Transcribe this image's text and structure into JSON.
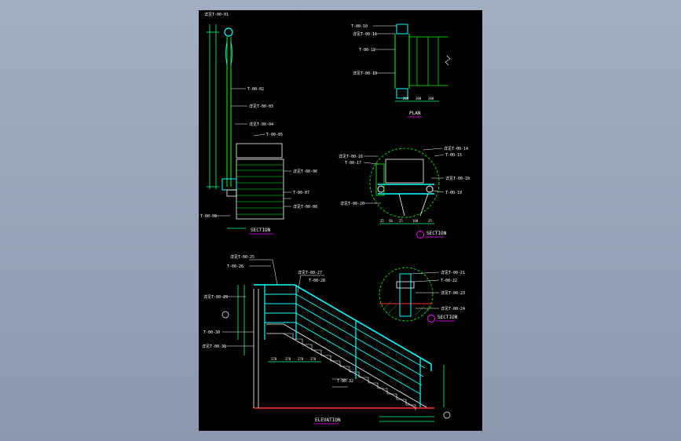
{
  "colors": {
    "background_top": "#a3aec0",
    "background_bottom": "#8d98ad",
    "sheet": "#000000",
    "rail": "#00ffff",
    "line": "#00ff00",
    "frame": "#ffffff",
    "dimension": "#00ff7f",
    "title": "#ff00ff",
    "hatch": "#ff3030",
    "note": "#ffffff"
  },
  "titles": {
    "section_a": "SECTION",
    "plan": "PLAN",
    "section_b": "SECTION",
    "section_c": "SECTION",
    "elevation": "ELEVATION"
  },
  "labels": {
    "section_a_callouts": [
      "详见T-00-01",
      "T-00-02",
      "详见T-00-03",
      "详见T-00-04",
      "T-00-05",
      "详见T-00-06",
      "T-00-07",
      "详见T-00-08",
      "T-00-09"
    ],
    "plan_callouts": [
      "T-00-10",
      "详见T-00-11",
      "T-00-12",
      "详见T-00-13"
    ],
    "section_b_callouts": [
      "详见T-00-14",
      "T-00-15",
      "详见T-00-16",
      "T-00-17",
      "详见T-00-18",
      "T-00-19",
      "详见T-00-20"
    ],
    "section_c_callouts": [
      "详见T-00-21",
      "T-00-22",
      "详见T-00-23",
      "详见T-00-24"
    ],
    "elevation_callouts": [
      "详见T-00-25",
      "T-00-26",
      "详见T-00-27",
      "T-00-28",
      "详见T-00-29",
      "T-00-30",
      "详见T-00-31",
      "T-00-32"
    ],
    "dims_plan": [
      "200",
      "200",
      "200"
    ],
    "dims_section_b": [
      "25",
      "50",
      "25",
      "100",
      "25"
    ],
    "dims_elevation": [
      "270",
      "270",
      "270",
      "270"
    ]
  }
}
